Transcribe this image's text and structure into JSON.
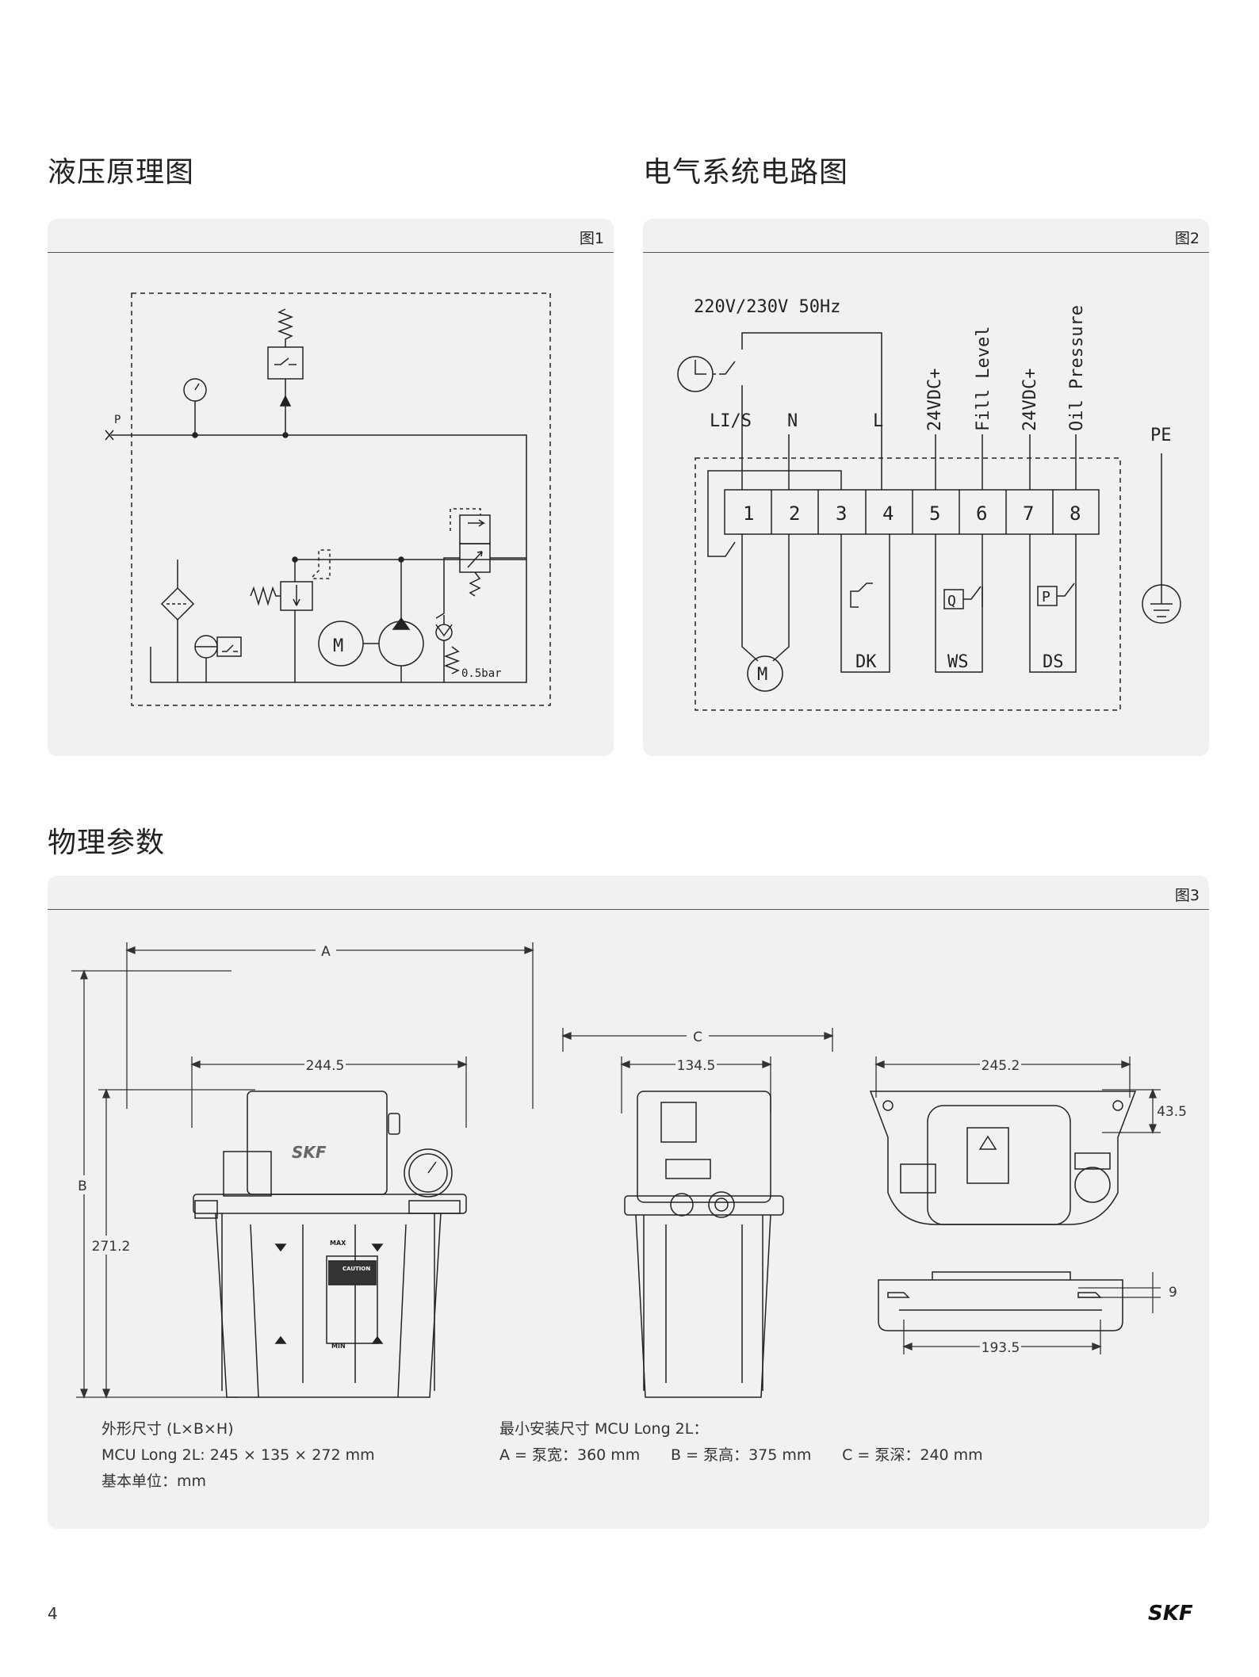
{
  "page_number": "4",
  "brand": "SKF",
  "sections": {
    "hydraulic": {
      "title": "液压原理图",
      "fig": "图1"
    },
    "electrical": {
      "title": "电气系统电路图",
      "fig": "图2"
    },
    "physical": {
      "title": "物理参数",
      "fig": "图3"
    }
  },
  "hydraulic_labels": {
    "port": "P",
    "check_pressure": "0.5bar",
    "motor": "M"
  },
  "electrical_labels": {
    "supply": "220V/230V 50Hz",
    "terminal_labels": [
      "LI/S",
      "N",
      "L",
      "24VDC+",
      "Fill Level",
      "24VDC+",
      "Oil Pressure"
    ],
    "terminals": [
      "1",
      "2",
      "3",
      "4",
      "5",
      "6",
      "7",
      "8"
    ],
    "pe": "PE",
    "motor": "M",
    "switches": [
      "DK",
      "WS",
      "DS"
    ],
    "switch_symbols": [
      "Q",
      "P"
    ]
  },
  "dimensions": {
    "A": "A",
    "B": "B",
    "C": "C",
    "width": "244.5",
    "height": "271.2",
    "depth": "134.5",
    "base_width": "245.2",
    "base_offset": "43.5",
    "base_thickness": "9",
    "mount_spacing": "193.5"
  },
  "drawing_text": {
    "logo": "SKF",
    "max": "MAX",
    "min": "MIN",
    "caution": "CAUTION"
  },
  "caption": {
    "outer_title": "外形尺寸 (L×B×H)",
    "outer_model": "MCU Long 2L:  245 × 135 × 272 mm",
    "unit": "基本单位：mm",
    "min_title": "最小安装尺寸  MCU Long 2L：",
    "a_val": "A = 泵宽：360 mm",
    "b_val": "B = 泵高：375 mm",
    "c_val": "C = 泵深：240 mm"
  }
}
